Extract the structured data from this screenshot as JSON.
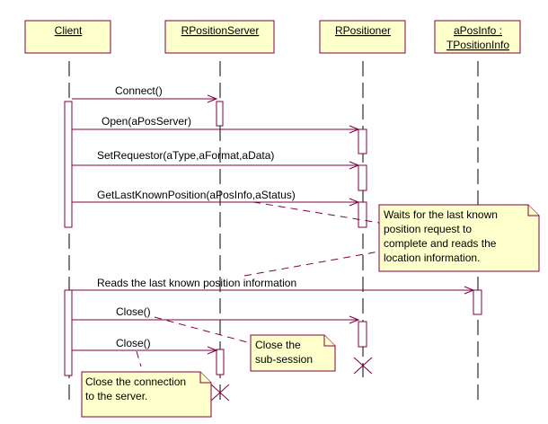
{
  "diagram": {
    "type": "UML sequence diagram",
    "colors": {
      "object_fill": "#ffffcc",
      "border": "#800040",
      "lifeline": "#000000",
      "activation_fill": "#ffffff"
    },
    "objects": [
      {
        "id": "client",
        "label_lines": [
          "Client"
        ]
      },
      {
        "id": "rpositionserver",
        "label_lines": [
          "RPositionServer"
        ]
      },
      {
        "id": "rpositioner",
        "label_lines": [
          "RPositioner"
        ]
      },
      {
        "id": "aposinfo",
        "label_lines": [
          "aPosInfo :",
          "TPositionInfo"
        ]
      }
    ],
    "messages": [
      {
        "label": "Connect()",
        "from": "client",
        "to": "rpositionserver"
      },
      {
        "label": "Open(aPosServer)",
        "from": "client",
        "to": "rpositioner"
      },
      {
        "label": "SetRequestor(aType,aFormat,aData)",
        "from": "client",
        "to": "rpositioner"
      },
      {
        "label": "GetLastKnownPosition(aPosInfo,aStatus)",
        "from": "client",
        "to": "rpositioner"
      },
      {
        "label": "Reads the last known position information",
        "from": "client",
        "to": "aposinfo"
      },
      {
        "label": "Close()",
        "from": "client",
        "to": "rpositioner"
      },
      {
        "label": "Close()",
        "from": "client",
        "to": "rpositionserver"
      }
    ],
    "notes": [
      {
        "id": "note-waits",
        "lines": [
          "Waits for the last known",
          "position request to",
          "complete and reads the",
          "location information."
        ]
      },
      {
        "id": "note-close-subsession",
        "lines": [
          "Close the",
          "sub-session"
        ]
      },
      {
        "id": "note-close-connection",
        "lines": [
          "Close the connection",
          "to the server."
        ]
      }
    ]
  }
}
